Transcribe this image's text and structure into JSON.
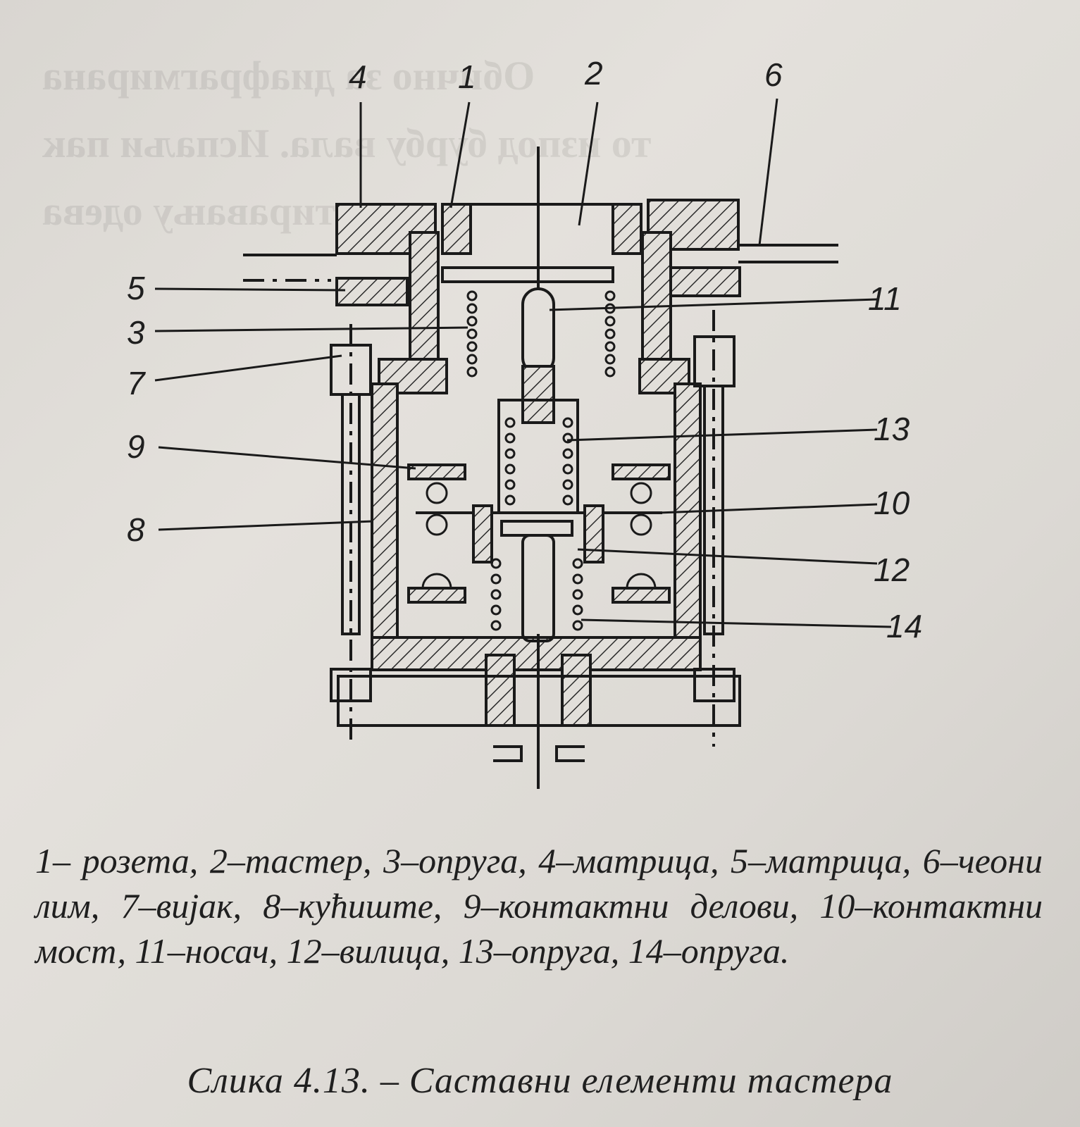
{
  "bleed_through": [
    "Обично за диафрагмирана",
    "то изпод бурбу вала. Испаљи пак",
    "ки утиравању одева"
  ],
  "figure": {
    "labels": [
      "1",
      "2",
      "3",
      "4",
      "5",
      "6",
      "7",
      "8",
      "9",
      "10",
      "11",
      "12",
      "13",
      "14"
    ]
  },
  "caption": "1– розета, 2–тастер, 3–опруга, 4–матрица, 5–матрица, 6–чеони лим, 7–вијак, 8–кућиште, 9–контактни делови, 10–контактни мост, 11–носач, 12–вилица, 13–опруга, 14–опруга.",
  "figure_title": "Слика 4.13. – Саставни елементи тастера"
}
